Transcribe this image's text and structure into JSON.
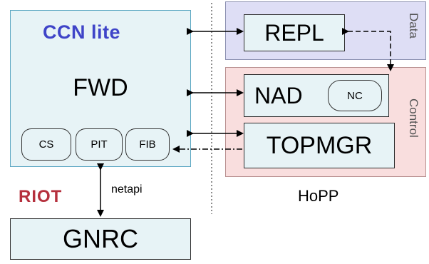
{
  "panels": {
    "data_label": "Data",
    "control_label": "Control"
  },
  "ccn": {
    "logo": "CCN lite",
    "fwd": "FWD",
    "tables": [
      "CS",
      "PIT",
      "FIB"
    ]
  },
  "modules": {
    "repl": "REPL",
    "nad": "NAD",
    "nc": "NC",
    "topmgr": "TOPMGR"
  },
  "hopp": "HoPP",
  "riot": {
    "logo": "RIOT",
    "netapi": "netapi",
    "gnrc": "GNRC"
  },
  "colors": {
    "data_panel": "#dedef5",
    "control_panel": "#f9dede",
    "module_fill": "#e7f3f6",
    "ccn_logo": "#3f44c8",
    "riot_logo": "#b5303d"
  }
}
